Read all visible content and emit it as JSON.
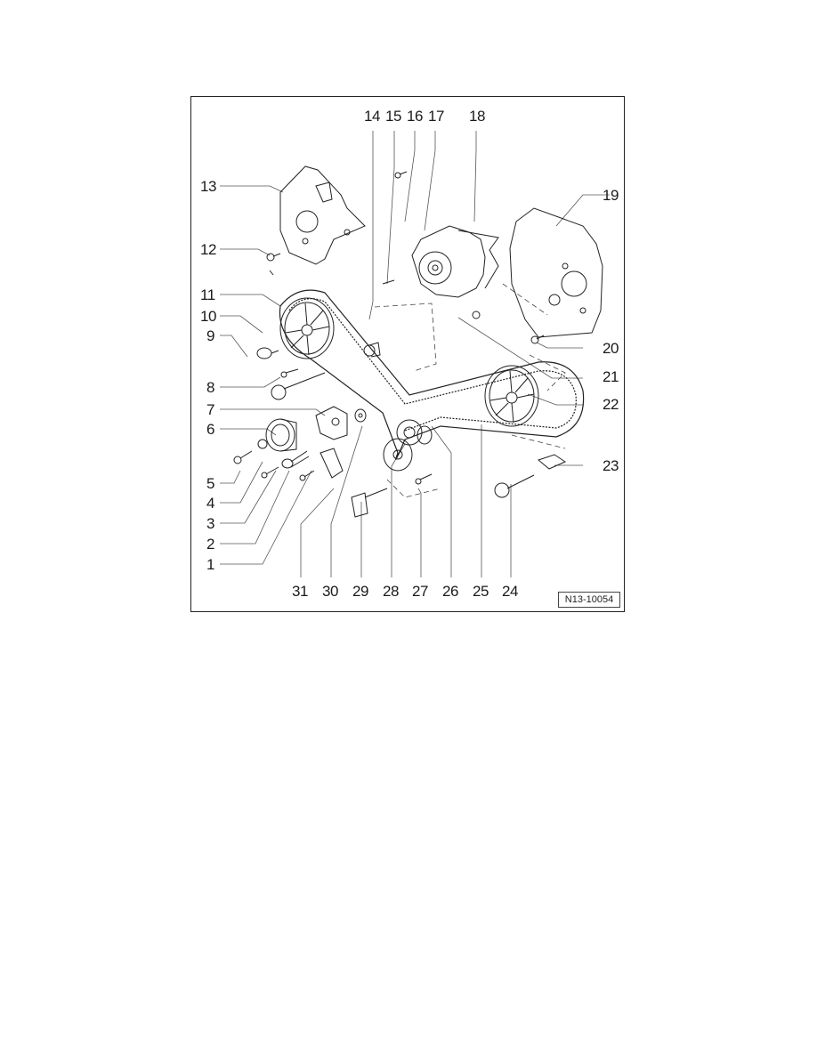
{
  "figure": {
    "reference_id": "N13-10054",
    "description": "Exploded view of timing belt drive components",
    "callouts": {
      "top": [
        "14",
        "15",
        "16",
        "17",
        "18"
      ],
      "left": [
        "13",
        "12",
        "11",
        "10",
        "9",
        "8",
        "7",
        "6",
        "5",
        "4",
        "3",
        "2",
        "1"
      ],
      "right": [
        "19",
        "20",
        "21",
        "22",
        "23"
      ],
      "bottom": [
        "31",
        "30",
        "29",
        "28",
        "27",
        "26",
        "25",
        "24"
      ]
    },
    "labels": {
      "l1": "1",
      "l2": "2",
      "l3": "3",
      "l4": "4",
      "l5": "5",
      "l6": "6",
      "l7": "7",
      "l8": "8",
      "l9": "9",
      "l10": "10",
      "l11": "11",
      "l12": "12",
      "l13": "13",
      "l14": "14",
      "l15": "15",
      "l16": "16",
      "l17": "17",
      "l18": "18",
      "l19": "19",
      "l20": "20",
      "l21": "21",
      "l22": "22",
      "l23": "23",
      "l24": "24",
      "l25": "25",
      "l26": "26",
      "l27": "27",
      "l28": "28",
      "l29": "29",
      "l30": "30",
      "l31": "31"
    }
  }
}
